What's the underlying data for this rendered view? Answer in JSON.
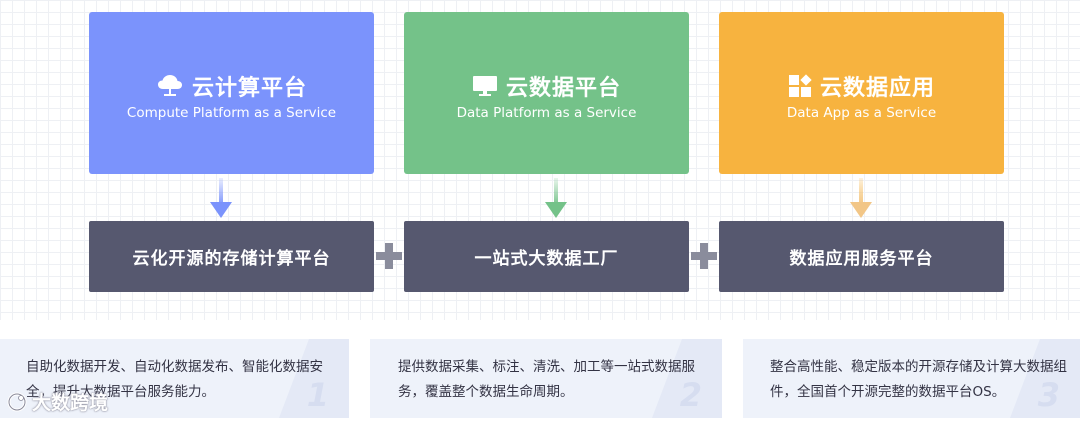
{
  "cards": [
    {
      "title": "云计算平台",
      "subtitle": "Compute Platform as a Service",
      "icon": "cloud-upload-icon",
      "color": "#7b93fc"
    },
    {
      "title": "云数据平台",
      "subtitle": "Data Platform as a Service",
      "icon": "monitor-icon",
      "color": "#74c289"
    },
    {
      "title": "云数据应用",
      "subtitle": "Data App as a Service",
      "icon": "app-grid-icon",
      "color": "#f7b33f"
    }
  ],
  "bars": [
    {
      "label": "云化开源的存储计算平台"
    },
    {
      "label": "一站式大数据工厂"
    },
    {
      "label": "数据应用服务平台"
    }
  ],
  "descriptions": [
    {
      "text": "自助化数据开发、自动化数据发布、智能化数据安全，提升大数据平台服务能力。",
      "number": "1"
    },
    {
      "text": "提供数据采集、标注、清洗、加工等一站式数据服务，覆盖整个数据生命周期。",
      "number": "2"
    },
    {
      "text": "整合高性能、稳定版本的开源存储及计算大数据组件，全国首个开源完整的数据平台OS。",
      "number": "3"
    }
  ],
  "watermark": {
    "text": "大数跨境"
  },
  "colors": {
    "bar": "#56586f",
    "desc_bg": "#eef2fa",
    "plus": "#8a8c9c"
  }
}
